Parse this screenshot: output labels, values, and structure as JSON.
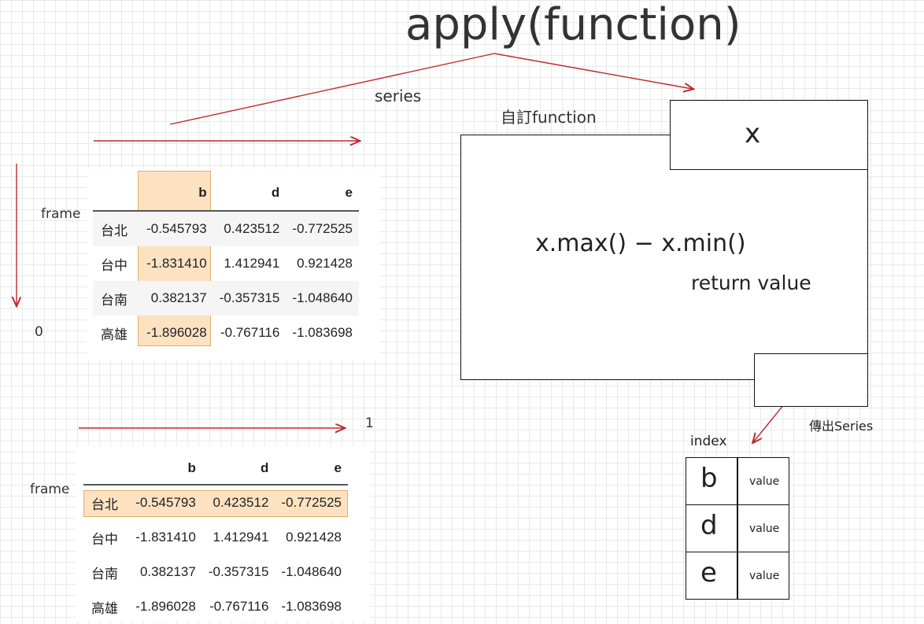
{
  "title": "apply(function)",
  "label_series": "series",
  "label_custom_function": "自訂function",
  "label_x": "x",
  "label_expression": "x.max() − x.min()",
  "label_return": "return value",
  "label_output": "傳出Series",
  "label_index": "index",
  "label_frame_top": "frame",
  "label_frame_bottom": "frame",
  "label_axis0": "0",
  "label_axis1": "1",
  "table": {
    "columns": [
      "",
      "b",
      "d",
      "e"
    ],
    "rows": [
      {
        "idx": "台北",
        "b": "-0.545793",
        "d": "0.423512",
        "e": "-0.772525"
      },
      {
        "idx": "台中",
        "b": "-1.831410",
        "d": "1.412941",
        "e": "0.921428"
      },
      {
        "idx": "台南",
        "b": "0.382137",
        "d": "-0.357315",
        "e": "-1.048640"
      },
      {
        "idx": "高雄",
        "b": "-1.896028",
        "d": "-0.767116",
        "e": "-1.083698"
      }
    ]
  },
  "output_series": [
    {
      "key": "b",
      "value": "value"
    },
    {
      "key": "d",
      "value": "value"
    },
    {
      "key": "e",
      "value": "value"
    }
  ],
  "colors": {
    "arrow": "#c0282d",
    "highlight": "#f8d2a0"
  }
}
